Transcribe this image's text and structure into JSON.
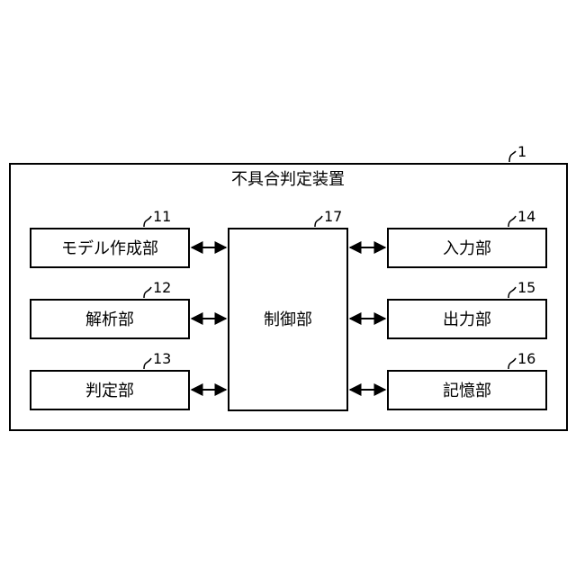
{
  "device": {
    "title": "不具合判定装置",
    "ref": "1"
  },
  "blocks": {
    "model_creation": {
      "label": "モデル作成部",
      "ref": "11"
    },
    "analysis": {
      "label": "解析部",
      "ref": "12"
    },
    "judgment": {
      "label": "判定部",
      "ref": "13"
    },
    "input": {
      "label": "入力部",
      "ref": "14"
    },
    "output": {
      "label": "出力部",
      "ref": "15"
    },
    "storage": {
      "label": "記憶部",
      "ref": "16"
    },
    "control": {
      "label": "制御部",
      "ref": "17"
    }
  }
}
